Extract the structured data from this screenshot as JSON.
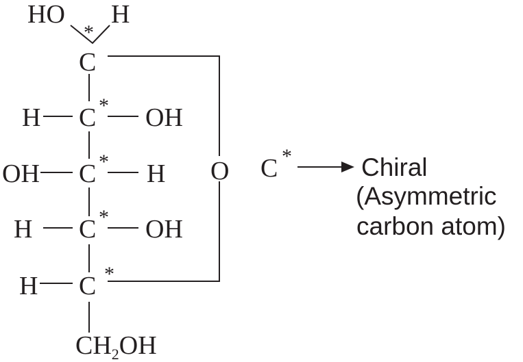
{
  "molecule": {
    "anomeric": {
      "left_group": "HO",
      "right_group": "H",
      "marker": "*"
    },
    "carbons": [
      {
        "symbol": "C",
        "marker": ""
      },
      {
        "symbol": "C",
        "marker": "*",
        "left": "H",
        "right": "OH"
      },
      {
        "symbol": "C",
        "marker": "*",
        "left": "OH",
        "right": "H"
      },
      {
        "symbol": "C",
        "marker": "*",
        "left": "H",
        "right": "OH"
      },
      {
        "symbol": "C",
        "marker": "*",
        "left": "H"
      }
    ],
    "ring_oxygen": "O",
    "terminal": {
      "prefix": "CH",
      "subscript": "2",
      "suffix": "OH"
    }
  },
  "legend": {
    "symbol": "C",
    "marker": "*",
    "lines": [
      "Chiral",
      "(Asymmetric",
      "carbon atom)"
    ]
  },
  "colors": {
    "ink": "#231f20",
    "background": "#ffffff"
  }
}
